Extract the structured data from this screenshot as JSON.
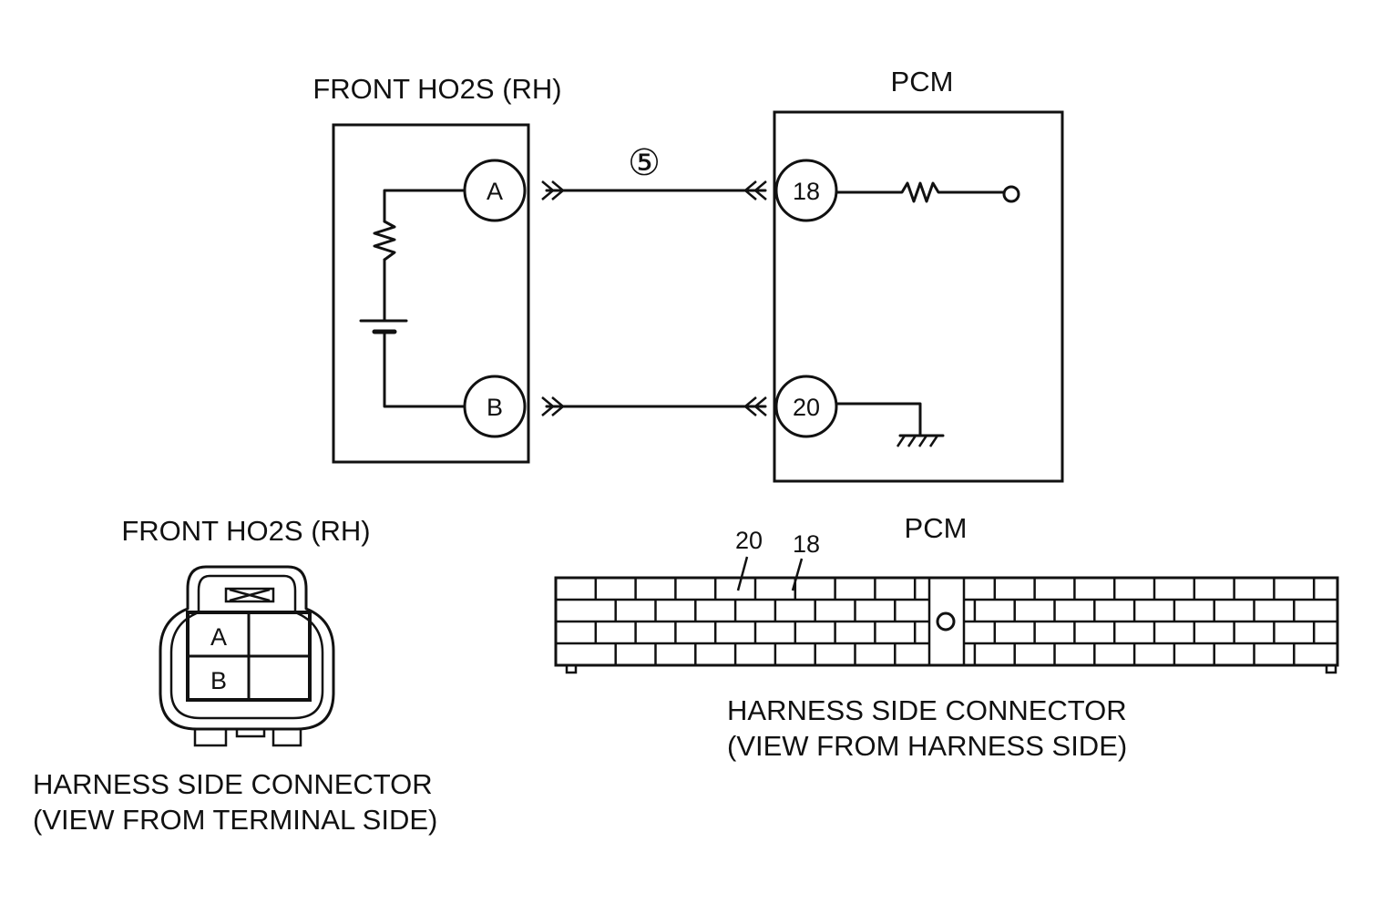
{
  "schematic": {
    "sensor_title": "FRONT HO2S (RH)",
    "pcm_title": "PCM",
    "wire_number": "⑤",
    "sensor_terminals": {
      "a": "A",
      "b": "B"
    },
    "pcm_terminals": {
      "top": "18",
      "bottom": "20"
    }
  },
  "sensor_connector": {
    "title": "FRONT HO2S (RH)",
    "cell_a": "A",
    "cell_b": "B",
    "caption_line1": "HARNESS SIDE CONNECTOR",
    "caption_line2": "(VIEW FROM TERMINAL SIDE)"
  },
  "pcm_connector": {
    "title": "PCM",
    "pin_label_1": "20",
    "pin_label_2": "18",
    "caption_line1": "HARNESS SIDE CONNECTOR",
    "caption_line2": "(VIEW FROM HARNESS SIDE)"
  }
}
